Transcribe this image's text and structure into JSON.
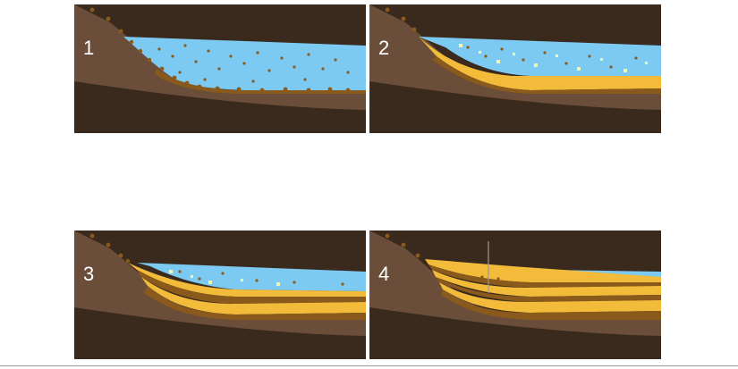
{
  "panels": [
    {
      "label": "1"
    },
    {
      "label": "2"
    },
    {
      "label": "3"
    },
    {
      "label": "4"
    }
  ],
  "colors": {
    "bedrock": "#3a2a1e",
    "slope": "#6b4e39",
    "sediment_dark": "#8a5a1c",
    "sediment_light": "#f2bb3a",
    "water": "#7ccaf2",
    "particle_light": "#eef7b8",
    "label": "#ffffff"
  }
}
